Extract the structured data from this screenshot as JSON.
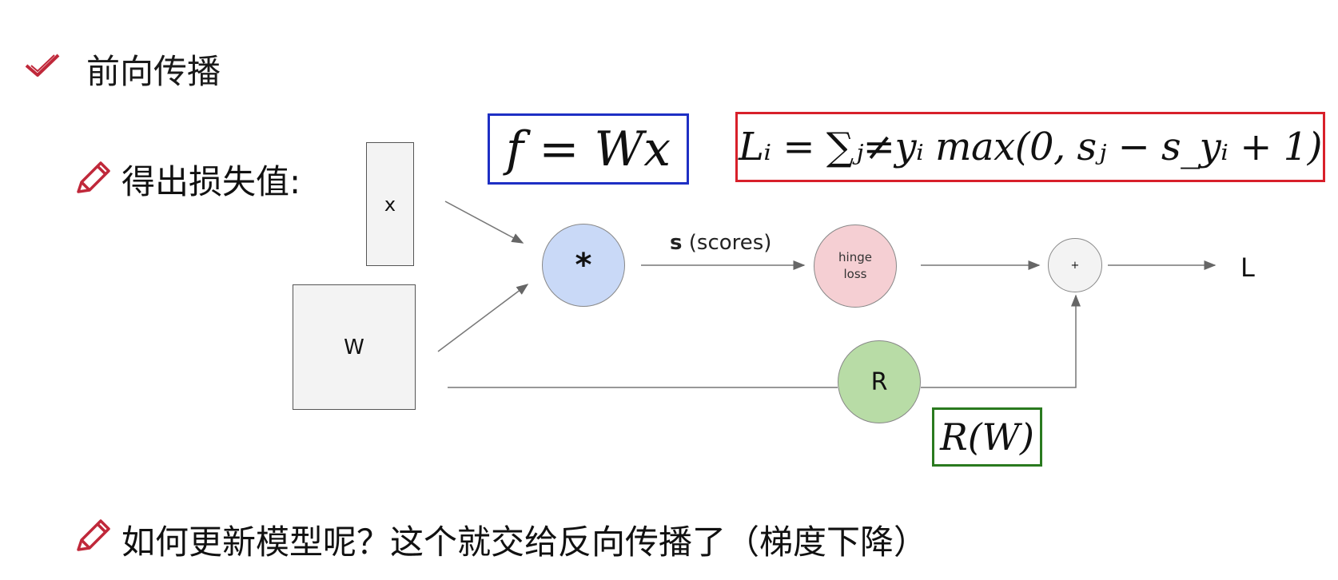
{
  "heading": {
    "text": "前向传播"
  },
  "sub_heading": {
    "text": "得出损失值:"
  },
  "bottom_note": {
    "text": "如何更新模型呢？这个就交给反向传播了（梯度下降）"
  },
  "diagram": {
    "input_x": "x",
    "input_w": "W",
    "multiply_node": "*",
    "scores_label_bold": "s",
    "scores_label_rest": " (scores)",
    "hinge_node_line1": "hinge",
    "hinge_node_line2": "loss",
    "plus_node": "+",
    "regularizer_node": "R",
    "output_label": "L"
  },
  "formulas": {
    "score_function": "f = Wx",
    "hinge_loss": "Lᵢ = ∑ⱼ≠yᵢ max(0, sⱼ − s_yᵢ + 1)",
    "regularization": "R(W)"
  },
  "colors": {
    "score_box": "#1e2fc4",
    "loss_box": "#d8202a",
    "reg_box": "#2a7a1f",
    "icon_red": "#c0283a"
  },
  "icons": {
    "heading": "check-icon",
    "bullets": "pencil-icon"
  }
}
